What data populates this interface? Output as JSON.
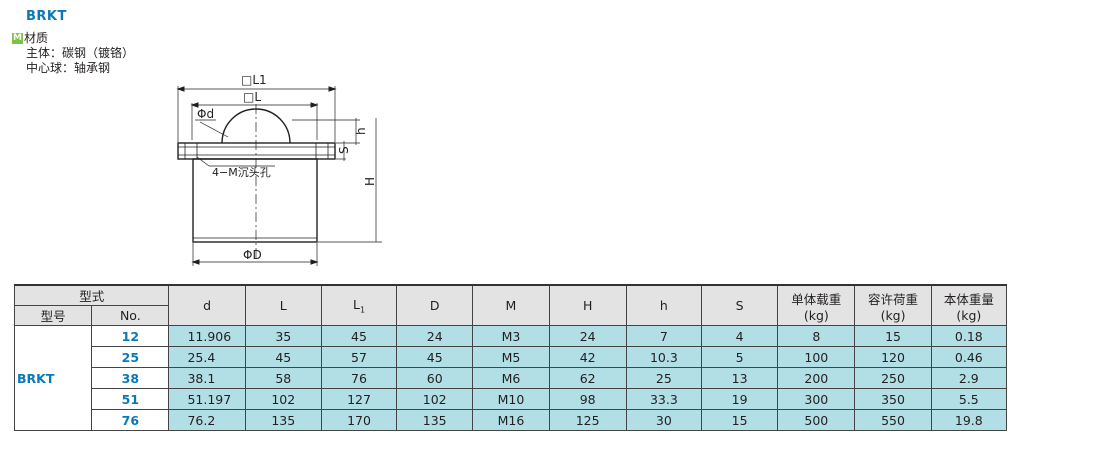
{
  "title": "BRKT",
  "material": {
    "icon_letter": "M",
    "heading": "材质",
    "lines": [
      "主体：碳钢（镀铬）",
      "中心球：轴承钢"
    ]
  },
  "drawing": {
    "labels": {
      "L1": "□L1",
      "L": "□L",
      "d": "Φd",
      "h": "h",
      "S": "S",
      "M": "4−M沉头孔",
      "H": "H",
      "D": "ΦD"
    }
  },
  "table": {
    "group_header": "型式",
    "type_header": "型号",
    "no_header": "No.",
    "columns": [
      "d",
      "L",
      "L1",
      "D",
      "M",
      "H",
      "h",
      "S",
      "单体载重\n(kg)",
      "容许荷重\n(kg)",
      "本体重量\n(kg)"
    ],
    "col_main": [
      "d",
      "L",
      "L",
      "D",
      "M",
      "H",
      "h",
      "S",
      "单体载重",
      "容许荷重",
      "本体重量"
    ],
    "col_unit": [
      "",
      "",
      "",
      "",
      "",
      "",
      "",
      "",
      "(kg)",
      "(kg)",
      "(kg)"
    ],
    "series": "BRKT",
    "rows": [
      {
        "no": "12",
        "values": [
          "11.906",
          "35",
          "45",
          "24",
          "M3",
          "24",
          "7",
          "4",
          "8",
          "15",
          "0.18"
        ]
      },
      {
        "no": "25",
        "values": [
          "25.4",
          "45",
          "57",
          "45",
          "M5",
          "42",
          "10.3",
          "5",
          "100",
          "120",
          "0.46"
        ]
      },
      {
        "no": "38",
        "values": [
          "38.1",
          "58",
          "76",
          "60",
          "M6",
          "62",
          "25",
          "13",
          "200",
          "250",
          "2.9"
        ]
      },
      {
        "no": "51",
        "values": [
          "51.197",
          "102",
          "127",
          "102",
          "M10",
          "98",
          "33.3",
          "19",
          "300",
          "350",
          "5.5"
        ]
      },
      {
        "no": "76",
        "values": [
          "76.2",
          "135",
          "170",
          "135",
          "M16",
          "125",
          "30",
          "15",
          "500",
          "550",
          "19.8"
        ]
      }
    ]
  }
}
